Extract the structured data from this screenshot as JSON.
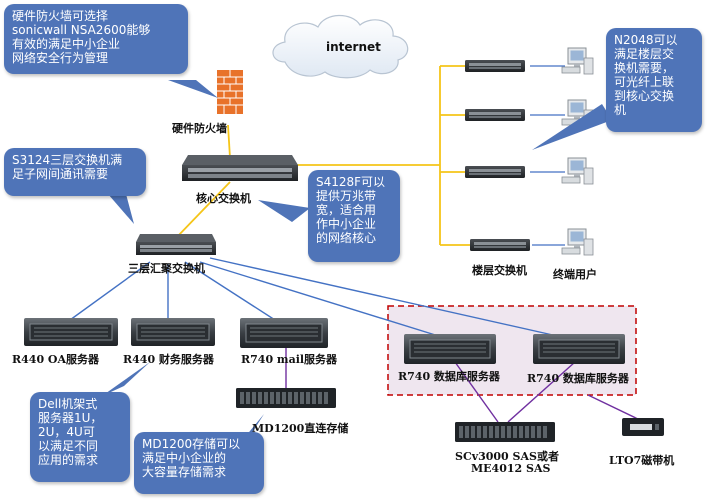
{
  "internet": "internet",
  "firewall": "硬件防火墙",
  "core_switch": "核心交换机",
  "agg_switch": "三层汇聚交换机",
  "floor_switch": "楼层交换机",
  "end_user": "终端用户",
  "servers": {
    "oa": "R440 OA服务器",
    "finance": "R440 财务服务器",
    "mail": "R740 mail服务器",
    "db1": "R740 数据库服务器",
    "db2": "R740 数据库服务器"
  },
  "md1200": "MD1200直连存储",
  "scv_line1": "SCv3000 SAS或者",
  "scv_line2": "ME4012 SAS",
  "lto": "LTO7磁带机",
  "callouts": {
    "firewall": [
      "硬件防火墙可选择",
      "sonicwall NSA2600能够",
      "有效的满足中小企业",
      "网络安全行为管理"
    ],
    "s3124": [
      "S3124三层交换机满",
      "足子网间通讯需要"
    ],
    "s4128": [
      "S4128F可以",
      "提供万兆带",
      "宽，适合用",
      "作中小企业",
      "的网络核心"
    ],
    "n2048": [
      "N2048可以",
      "满足楼层交",
      "换机需要，",
      "可光纤上联",
      "到核心交换",
      "机"
    ],
    "dell": [
      "Dell机架式",
      "服务器1U，",
      "2U，4U可",
      "以满足不同",
      "应用的需求"
    ],
    "md1200": [
      "MD1200存储可以",
      "满足中小企业的",
      "大容量存储需求"
    ]
  },
  "colors": {
    "callout": "#4f74b8",
    "uplink": "#f5c518",
    "server_link": "#4472c4",
    "storage_link": "#7030a0",
    "cluster_border": "#c00000",
    "cluster_fill": "#efe6ef"
  }
}
